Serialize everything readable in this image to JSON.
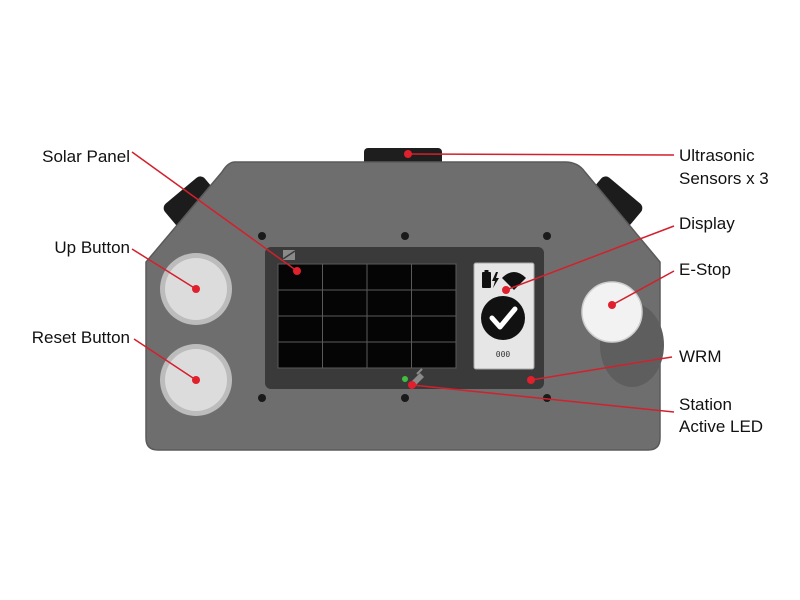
{
  "labels": {
    "solar_panel": "Solar Panel",
    "up_button": "Up Button",
    "reset_button": "Reset Button",
    "ultrasonic_line1": "Ultrasonic",
    "ultrasonic_line2": "Sensors x 3",
    "display": "Display",
    "estop": "E-Stop",
    "wrm": "WRM",
    "led_line1": "Station",
    "led_line2": "Active LED"
  },
  "display": {
    "status_icon": "check-icon",
    "indicator_icons": [
      "battery-charging-icon",
      "signal-icon"
    ],
    "counter_text": "000"
  },
  "colors": {
    "housing": "#6e6e6e",
    "housing_edge": "#5a5a5a",
    "panel_bezel": "#3a3a3a",
    "button": "#dcdcdc",
    "callout": "#e0202c",
    "led": "#3fbf3f"
  }
}
